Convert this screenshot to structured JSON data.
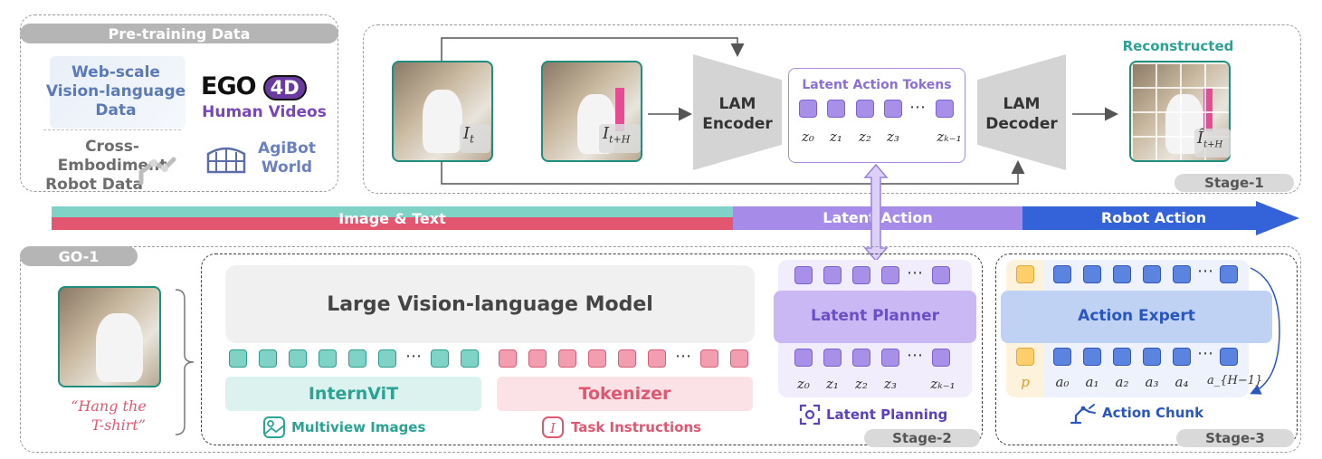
{
  "pretrain": {
    "title": "Pre-training Data",
    "web_scale": [
      "Web-scale",
      "Vision-language",
      "Data"
    ],
    "ego_logo": "EGO",
    "ego_4d": "4D",
    "human_videos": "Human Videos",
    "cross_embodiment": [
      "Cross-Embodiment",
      "Robot Data"
    ],
    "agibot": [
      "AgiBot",
      "World"
    ]
  },
  "stage1": {
    "tag": "Stage-1",
    "img_t_label": "I",
    "img_t_sub": "t",
    "img_th_label": "I",
    "img_th_sub": "t+H",
    "encoder": [
      "LAM",
      "Encoder"
    ],
    "decoder": [
      "LAM",
      "Decoder"
    ],
    "tokens_title": "Latent Action Tokens",
    "z_labels": [
      "z₀",
      "z₁",
      "z₂",
      "z₃",
      "zₖ₋₁"
    ],
    "ellipsis": "⋯",
    "reconstructed": "Reconstructed",
    "recon_label": "Î",
    "recon_sub": "t+H"
  },
  "bar": {
    "image_text": "Image & Text",
    "latent_action": "Latent Action",
    "robot_action": "Robot Action",
    "colors": {
      "teal": "#7fd3c6",
      "pink": "#e2576f",
      "purple": "#a68ce8",
      "blue": "#3462d8"
    }
  },
  "go1": {
    "title": "GO-1",
    "instruction": [
      "“Hang the",
      "T-shirt”"
    ],
    "vlm_title": "Large Vision-language Model",
    "internvit": "InternViT",
    "tokenizer": "Tokenizer",
    "multiview": "Multiview Images",
    "task_instr": "Task Instructions",
    "latent_planner": "Latent Planner",
    "latent_planning": "Latent Planning",
    "z_labels": [
      "z₀",
      "z₁",
      "z₂",
      "z₃",
      "zₖ₋₁"
    ],
    "stage2_tag": "Stage-2",
    "action_expert": "Action Expert",
    "action_chunk": "Action Chunk",
    "p_label": "p",
    "a_labels": [
      "a₀",
      "a₁",
      "a₂",
      "a₃",
      "a₄",
      "a_{H−1}"
    ],
    "stage3_tag": "Stage-3",
    "ellipsis": "⋯"
  }
}
